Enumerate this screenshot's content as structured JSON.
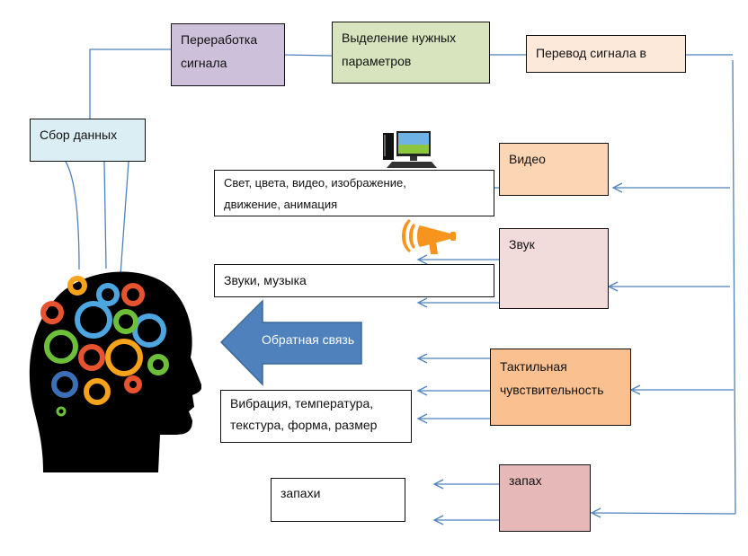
{
  "top_flow": {
    "collect": "Сбор данных",
    "processing": [
      "Переработка",
      "сигнала"
    ],
    "extract": [
      "Выделение нужных",
      "параметров"
    ],
    "convert": "Перевод сигнала в"
  },
  "channels": [
    {
      "name": "Видео",
      "output": [
        "Свет, цвета, видео, изображение,",
        "движение, анимация"
      ],
      "icon": "computer-icon"
    },
    {
      "name": "Звук",
      "output": [
        "Звуки, музыка"
      ],
      "icon": "megaphone-icon"
    },
    {
      "name": [
        "Тактильная",
        "чувствительность"
      ],
      "output": [
        "Вибрация, температура,",
        "текстура, форма, размер"
      ]
    },
    {
      "name": "запах",
      "output": [
        "запахи"
      ]
    }
  ],
  "feedback": "Обратная связь",
  "head_icon": "head-with-gears-icon",
  "colors": {
    "collect": "#daeef3",
    "processing": "#ccc0da",
    "extract": "#d7e4bd",
    "convert": "#fde9d9",
    "video": "#fcd5b5",
    "sound": "#f2dcdb",
    "tactile": "#fac090",
    "smell": "#e6b9b8",
    "line": "#4f81bd",
    "feedback_arrow": "#4f81bd"
  }
}
